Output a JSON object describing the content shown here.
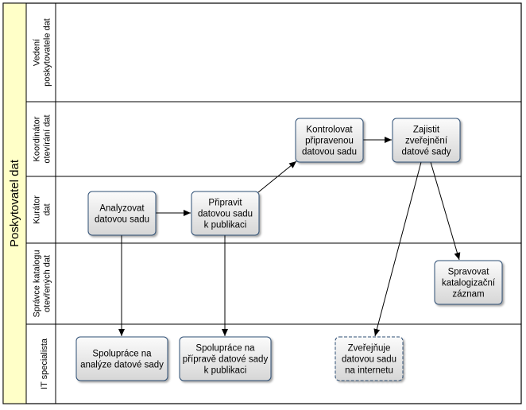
{
  "pool": {
    "title": "Poskytovatel dat"
  },
  "lanes": [
    {
      "id": "vedeni",
      "label_lines": [
        "Vedení",
        "poskytovatele dat"
      ]
    },
    {
      "id": "koordinator",
      "label_lines": [
        "Koordinátor",
        "otevírání dat"
      ]
    },
    {
      "id": "kurator",
      "label_lines": [
        "Kurátor",
        "dat"
      ]
    },
    {
      "id": "spravce",
      "label_lines": [
        "Správce katalogu",
        "otevřených dat"
      ]
    },
    {
      "id": "it",
      "label_lines": [
        "IT specialista"
      ]
    }
  ],
  "tasks": [
    {
      "id": "analyzovat",
      "lines": [
        "Analyzovat",
        "datovou sadu"
      ],
      "dashed": false
    },
    {
      "id": "pripravit",
      "lines": [
        "Připravit",
        "datovou sadu",
        "k publikaci"
      ],
      "dashed": false
    },
    {
      "id": "kontrolovat",
      "lines": [
        "Kontrolovat",
        "připravenou",
        "datovou sadu"
      ],
      "dashed": false
    },
    {
      "id": "zajistit",
      "lines": [
        "Zajistit",
        "zveřejnění",
        "datové sady"
      ],
      "dashed": false
    },
    {
      "id": "spravovat",
      "lines": [
        "Spravovat",
        "katalogizační",
        "záznam"
      ],
      "dashed": false
    },
    {
      "id": "spoluprace-analyza",
      "lines": [
        "Spolupráce na",
        "analýze datové sady"
      ],
      "dashed": false
    },
    {
      "id": "spoluprace-priprava",
      "lines": [
        "Spolupráce na",
        "přípravě datové sady",
        "k publikaci"
      ],
      "dashed": false
    },
    {
      "id": "zverejnuje",
      "lines": [
        "Zveřejňuje",
        "datovou sadu",
        "na internetu"
      ],
      "dashed": true
    }
  ],
  "flows": [
    {
      "from": "analyzovat",
      "to": "pripravit"
    },
    {
      "from": "pripravit",
      "to": "kontrolovat"
    },
    {
      "from": "kontrolovat",
      "to": "zajistit"
    },
    {
      "from": "zajistit",
      "to": "spravovat"
    },
    {
      "from": "zajistit",
      "to": "zverejnuje"
    },
    {
      "from": "analyzovat",
      "to": "spoluprace-analyza"
    },
    {
      "from": "pripravit",
      "to": "spoluprace-priprava"
    }
  ],
  "colors": {
    "task_fill_top": "#fbfbfb",
    "task_fill_bottom": "#d6d6d6",
    "task_stroke": "#2f4f74",
    "pool_header": "#ffffc8",
    "line": "#000000"
  }
}
